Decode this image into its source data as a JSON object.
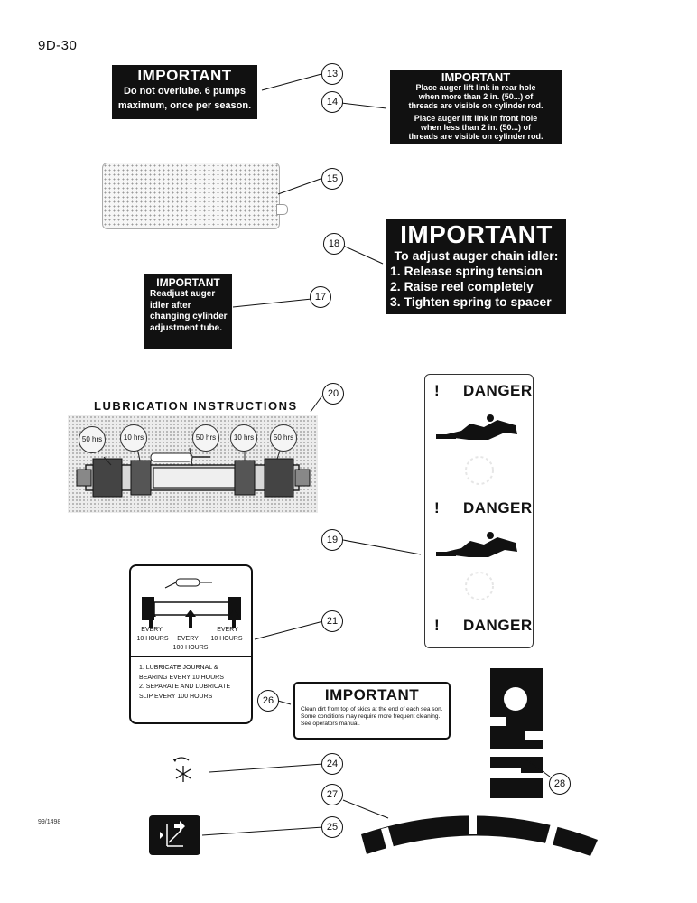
{
  "page": {
    "number": "9D-30",
    "footer_code": "99/1498"
  },
  "callouts": [
    "13",
    "14",
    "15",
    "18",
    "17",
    "20",
    "19",
    "21",
    "26",
    "24",
    "27",
    "25",
    "28"
  ],
  "decal_13": {
    "title": "IMPORTANT",
    "line1": "Do not overlube. 6 pumps",
    "line2": "maximum, once per season."
  },
  "decal_14": {
    "title": "IMPORTANT",
    "para1": [
      "Place auger lift link in rear hole",
      "when more than 2 in. (50...) of",
      "threads are visible on cylinder rod."
    ],
    "para2": [
      "Place auger lift link in front hole",
      "when less than 2 in. (50...) of",
      "threads are visible on cylinder rod."
    ]
  },
  "decal_18": {
    "title": "IMPORTANT",
    "subtitle": "To adjust auger chain idler:",
    "steps": [
      "1. Release spring tension",
      "2. Raise reel completely",
      "3. Tighten spring to spacer"
    ]
  },
  "decal_17": {
    "title": "IMPORTANT",
    "lines": [
      "Readjust auger",
      "idler after",
      "changing cylinder",
      "adjustment tube."
    ]
  },
  "decal_20": {
    "title": "LUBRICATION INSTRUCTIONS",
    "intervals": [
      "50 hrs",
      "10 hrs",
      "50 hrs",
      "10 hrs",
      "50 hrs"
    ]
  },
  "decal_19": {
    "danger_label": "DANGER",
    "bang": "!"
  },
  "decal_21": {
    "every_left": "EVERY",
    "hours_left": "10 HOURS",
    "every_mid": "EVERY",
    "hours_mid": "100 HOURS",
    "every_right": "EVERY",
    "hours_right": "10 HOURS",
    "steps": [
      "1. LUBRICATE JOURNAL &",
      "BEARING EVERY 10 HOURS",
      "2. SEPARATE AND LUBRICATE",
      "SLIP EVERY 100 HOURS"
    ]
  },
  "decal_26": {
    "title": "IMPORTANT",
    "body": "Clean dirt from top of skids at the end of each sea son. Some conditions may require more frequent cleaning. See operators manual."
  }
}
